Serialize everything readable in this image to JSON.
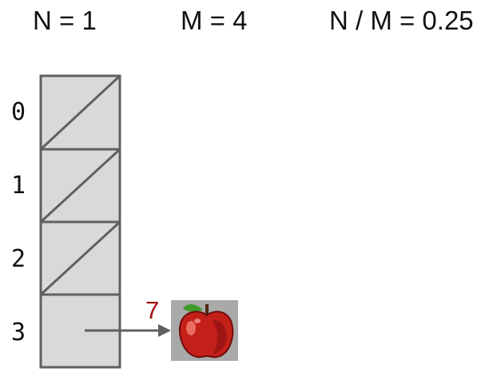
{
  "header": {
    "n_label": "N = 1",
    "m_label": "M = 4",
    "ratio_label": "N / M = 0.25"
  },
  "table": {
    "indices": [
      "0",
      "1",
      "2",
      "3"
    ],
    "buckets": [
      {
        "index": "0",
        "empty": true
      },
      {
        "index": "1",
        "empty": true
      },
      {
        "index": "2",
        "empty": true
      },
      {
        "index": "3",
        "empty": false,
        "entry": {
          "key": "7",
          "item_icon": "apple-icon"
        }
      }
    ]
  },
  "colors": {
    "cell_fill": "#d9d9d9",
    "cell_stroke": "#606060",
    "key_color": "#a50f15",
    "arrow_color": "#606060",
    "icon_background": "#a9a9a9"
  }
}
